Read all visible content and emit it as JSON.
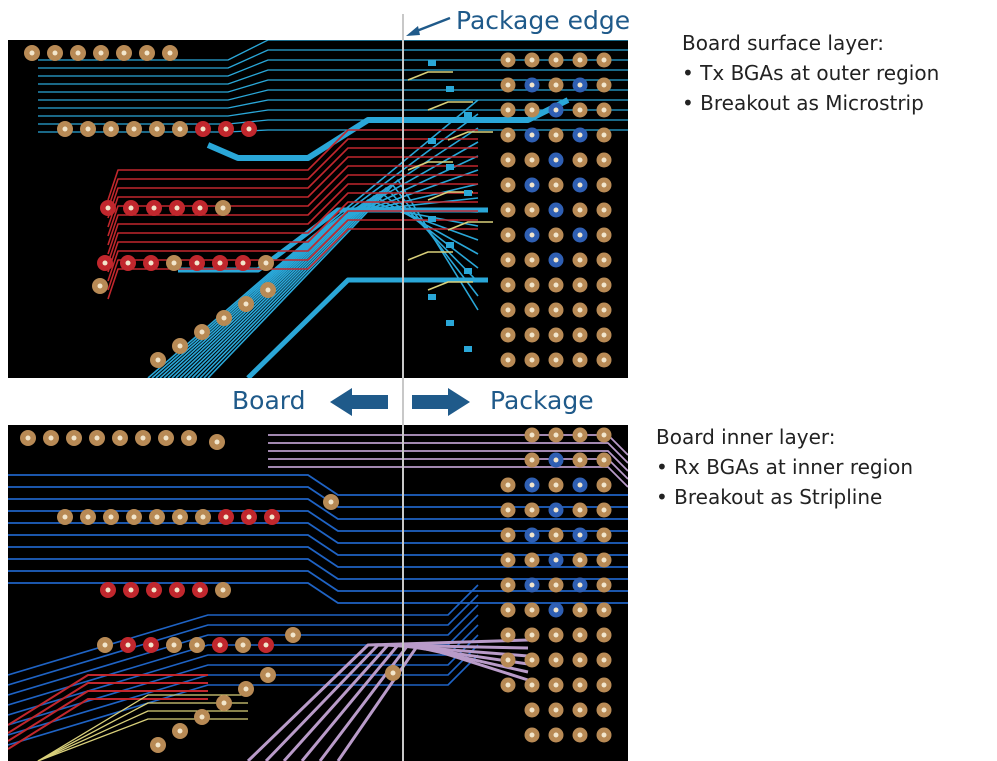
{
  "annotations": {
    "package_edge": "Package edge",
    "board": "Board",
    "package": "Package"
  },
  "surface_layer": {
    "title": "Board surface layer:",
    "bullets": [
      "Tx BGAs at outer region",
      "Breakout as Microstrip"
    ]
  },
  "inner_layer": {
    "title": "Board inner layer:",
    "bullets": [
      "Rx BGAs at inner region",
      "Breakout as Stripline"
    ]
  },
  "colors": {
    "background": "#000000",
    "pad": "#b88a55",
    "signal_pad": "#c1272d",
    "package_pad": "#2f5fb3",
    "trace_cyan": "#2aa7d8",
    "trace_red": "#c1272d",
    "trace_blue": "#1f63c4",
    "trace_lilac": "#b99bc9",
    "trace_yellow": "#d9d07a",
    "label_blue": "#1f5a8a"
  },
  "icons": {
    "package_edge_pointer": "arrow-left-icon",
    "board_direction": "arrow-left-icon",
    "package_direction": "arrow-right-icon"
  }
}
